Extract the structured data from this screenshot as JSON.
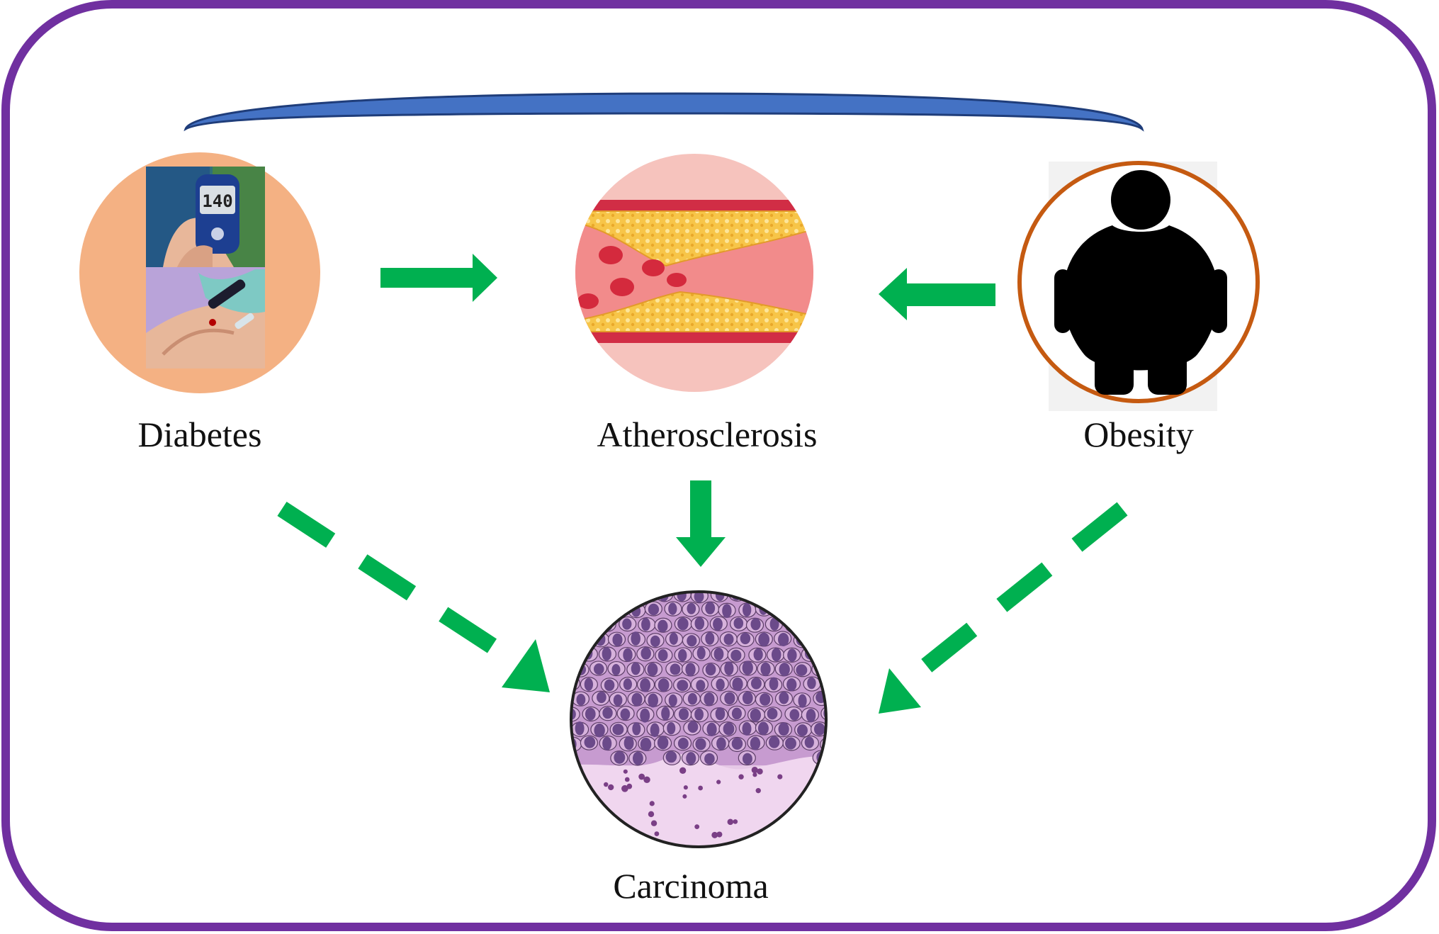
{
  "nodes": {
    "diabetes": {
      "label": "Diabetes"
    },
    "atherosclerosis": {
      "label": "Atherosclerosis"
    },
    "obesity": {
      "label": "Obesity"
    },
    "carcinoma": {
      "label": "Carcinoma"
    }
  },
  "glucometer_reading": "140",
  "colors": {
    "frame": "#7030a0",
    "arrow": "#00b050",
    "bracket": "#4472c4",
    "diabetes_bg": "#f4b183",
    "obesity_ring": "#c55a11"
  },
  "edges": [
    {
      "from": "Diabetes",
      "to": "Atherosclerosis",
      "style": "solid"
    },
    {
      "from": "Obesity",
      "to": "Atherosclerosis",
      "style": "solid"
    },
    {
      "from": "Atherosclerosis",
      "to": "Carcinoma",
      "style": "solid"
    },
    {
      "from": "Diabetes",
      "to": "Carcinoma",
      "style": "dashed"
    },
    {
      "from": "Obesity",
      "to": "Carcinoma",
      "style": "dashed"
    }
  ]
}
